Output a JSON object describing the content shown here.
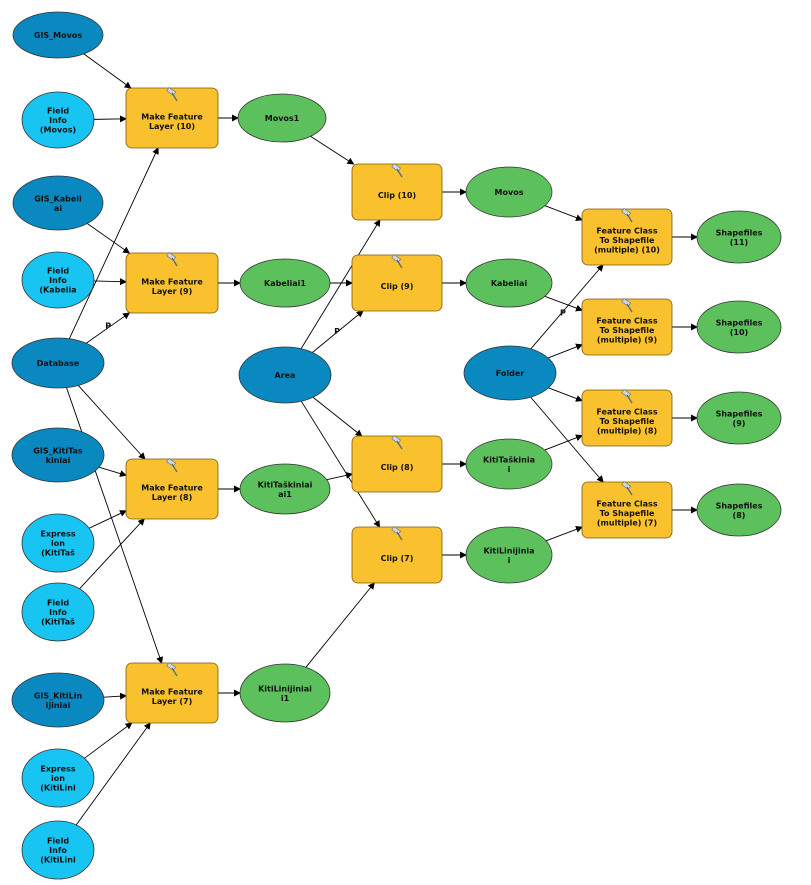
{
  "colors": {
    "data_dark": "#0a88c0",
    "data_light": "#18c4f2",
    "derived": "#5cc05c",
    "tool": "#f9c12e"
  },
  "nodes": [
    {
      "id": "gis_movos",
      "kind": "data_dark",
      "lines": [
        "GIS_Movos"
      ]
    },
    {
      "id": "fi_movos",
      "kind": "data_light",
      "lines": [
        "Field",
        "Info",
        "(Movos)"
      ]
    },
    {
      "id": "gis_kabeliai",
      "kind": "data_dark",
      "lines": [
        "GIS_Kabeli",
        "ai"
      ]
    },
    {
      "id": "fi_kabeliai",
      "kind": "data_light",
      "lines": [
        "Field",
        "Info",
        "(Kabelia"
      ]
    },
    {
      "id": "database",
      "kind": "data_dark",
      "lines": [
        "Database"
      ]
    },
    {
      "id": "gis_kititas",
      "kind": "data_dark",
      "lines": [
        "GIS_KitiTas",
        "kiniai"
      ]
    },
    {
      "id": "ex_kititas",
      "kind": "data_light",
      "lines": [
        "Express",
        "ion",
        "(KitiTaš"
      ]
    },
    {
      "id": "fi_kititas",
      "kind": "data_light",
      "lines": [
        "Field",
        "Info",
        "(KitiTaš"
      ]
    },
    {
      "id": "gis_kitilin",
      "kind": "data_dark",
      "lines": [
        "GIS_KitiLin",
        "ijiniai"
      ]
    },
    {
      "id": "ex_kitilin",
      "kind": "data_light",
      "lines": [
        "Express",
        "ion",
        "(KitiLini"
      ]
    },
    {
      "id": "fi_kitilin",
      "kind": "data_light",
      "lines": [
        "Field",
        "Info",
        "(KitiLini"
      ]
    },
    {
      "id": "mfl10",
      "kind": "tool",
      "lines": [
        "Make Feature",
        "Layer (10)"
      ]
    },
    {
      "id": "mfl9",
      "kind": "tool",
      "lines": [
        "Make Feature",
        "Layer (9)"
      ]
    },
    {
      "id": "mfl8",
      "kind": "tool",
      "lines": [
        "Make Feature",
        "Layer (8)"
      ]
    },
    {
      "id": "mfl7",
      "kind": "tool",
      "lines": [
        "Make Feature",
        "Layer (7)"
      ]
    },
    {
      "id": "movos1",
      "kind": "derived",
      "lines": [
        "Movos1"
      ]
    },
    {
      "id": "kabeliai1",
      "kind": "derived",
      "lines": [
        "Kabeliai1"
      ]
    },
    {
      "id": "area",
      "kind": "data_dark",
      "lines": [
        "Area"
      ]
    },
    {
      "id": "kititas1",
      "kind": "derived",
      "lines": [
        "KitiTaškiniai",
        "ai1"
      ]
    },
    {
      "id": "kitilin1",
      "kind": "derived",
      "lines": [
        "KitiLinijiniai",
        "i1"
      ]
    },
    {
      "id": "clip10",
      "kind": "tool",
      "lines": [
        "Clip (10)"
      ]
    },
    {
      "id": "clip9",
      "kind": "tool",
      "lines": [
        "Clip (9)"
      ]
    },
    {
      "id": "clip8",
      "kind": "tool",
      "lines": [
        "Clip (8)"
      ]
    },
    {
      "id": "clip7",
      "kind": "tool",
      "lines": [
        "Clip (7)"
      ]
    },
    {
      "id": "movos",
      "kind": "derived",
      "lines": [
        "Movos"
      ]
    },
    {
      "id": "kabeliai",
      "kind": "derived",
      "lines": [
        "Kabeliai"
      ]
    },
    {
      "id": "kititas",
      "kind": "derived",
      "lines": [
        "KitiTaškinia",
        "i"
      ]
    },
    {
      "id": "kitilin",
      "kind": "derived",
      "lines": [
        "KitiLinijinia",
        "i"
      ]
    },
    {
      "id": "folder",
      "kind": "data_dark",
      "lines": [
        "Folder"
      ]
    },
    {
      "id": "fcs10",
      "kind": "tool",
      "lines": [
        "Feature Class",
        "To Shapefile",
        "(multiple) (10)"
      ]
    },
    {
      "id": "fcs9",
      "kind": "tool",
      "lines": [
        "Feature Class",
        "To Shapefile",
        "(multiple) (9)"
      ]
    },
    {
      "id": "fcs8",
      "kind": "tool",
      "lines": [
        "Feature Class",
        "To Shapefile",
        "(multiple) (8)"
      ]
    },
    {
      "id": "fcs7",
      "kind": "tool",
      "lines": [
        "Feature Class",
        "To Shapefile",
        "(multiple) (7)"
      ]
    },
    {
      "id": "shp11",
      "kind": "derived",
      "lines": [
        "Shapefiles",
        "(11)"
      ]
    },
    {
      "id": "shp10",
      "kind": "derived",
      "lines": [
        "Shapefiles",
        "(10)"
      ]
    },
    {
      "id": "shp9",
      "kind": "derived",
      "lines": [
        "Shapefiles",
        "(9)"
      ]
    },
    {
      "id": "shp8",
      "kind": "derived",
      "lines": [
        "Shapefiles",
        "(8)"
      ]
    }
  ],
  "edges": [
    {
      "from": "gis_movos",
      "to": "mfl10"
    },
    {
      "from": "fi_movos",
      "to": "mfl10"
    },
    {
      "from": "gis_kabeliai",
      "to": "mfl9"
    },
    {
      "from": "fi_kabeliai",
      "to": "mfl9"
    },
    {
      "from": "database",
      "to": "mfl10"
    },
    {
      "from": "database",
      "to": "mfl9",
      "label": "P"
    },
    {
      "from": "database",
      "to": "mfl8"
    },
    {
      "from": "database",
      "to": "mfl7"
    },
    {
      "from": "gis_kititas",
      "to": "mfl8"
    },
    {
      "from": "ex_kititas",
      "to": "mfl8"
    },
    {
      "from": "fi_kititas",
      "to": "mfl8"
    },
    {
      "from": "gis_kitilin",
      "to": "mfl7"
    },
    {
      "from": "ex_kitilin",
      "to": "mfl7"
    },
    {
      "from": "fi_kitilin",
      "to": "mfl7"
    },
    {
      "from": "mfl10",
      "to": "movos1"
    },
    {
      "from": "mfl9",
      "to": "kabeliai1"
    },
    {
      "from": "mfl8",
      "to": "kititas1"
    },
    {
      "from": "mfl7",
      "to": "kitilin1"
    },
    {
      "from": "movos1",
      "to": "clip10"
    },
    {
      "from": "kabeliai1",
      "to": "clip9"
    },
    {
      "from": "kititas1",
      "to": "clip8"
    },
    {
      "from": "kitilin1",
      "to": "clip7"
    },
    {
      "from": "area",
      "to": "clip10"
    },
    {
      "from": "area",
      "to": "clip9",
      "label": "P"
    },
    {
      "from": "area",
      "to": "clip8"
    },
    {
      "from": "area",
      "to": "clip7"
    },
    {
      "from": "clip10",
      "to": "movos"
    },
    {
      "from": "clip9",
      "to": "kabeliai"
    },
    {
      "from": "clip8",
      "to": "kititas"
    },
    {
      "from": "clip7",
      "to": "kitilin"
    },
    {
      "from": "movos",
      "to": "fcs10"
    },
    {
      "from": "kabeliai",
      "to": "fcs9"
    },
    {
      "from": "kititas",
      "to": "fcs8"
    },
    {
      "from": "kitilin",
      "to": "fcs7"
    },
    {
      "from": "folder",
      "to": "fcs10",
      "label": "P"
    },
    {
      "from": "folder",
      "to": "fcs9"
    },
    {
      "from": "folder",
      "to": "fcs8"
    },
    {
      "from": "folder",
      "to": "fcs7"
    },
    {
      "from": "fcs10",
      "to": "shp11"
    },
    {
      "from": "fcs9",
      "to": "shp10"
    },
    {
      "from": "fcs8",
      "to": "shp9"
    },
    {
      "from": "fcs7",
      "to": "shp8"
    }
  ]
}
